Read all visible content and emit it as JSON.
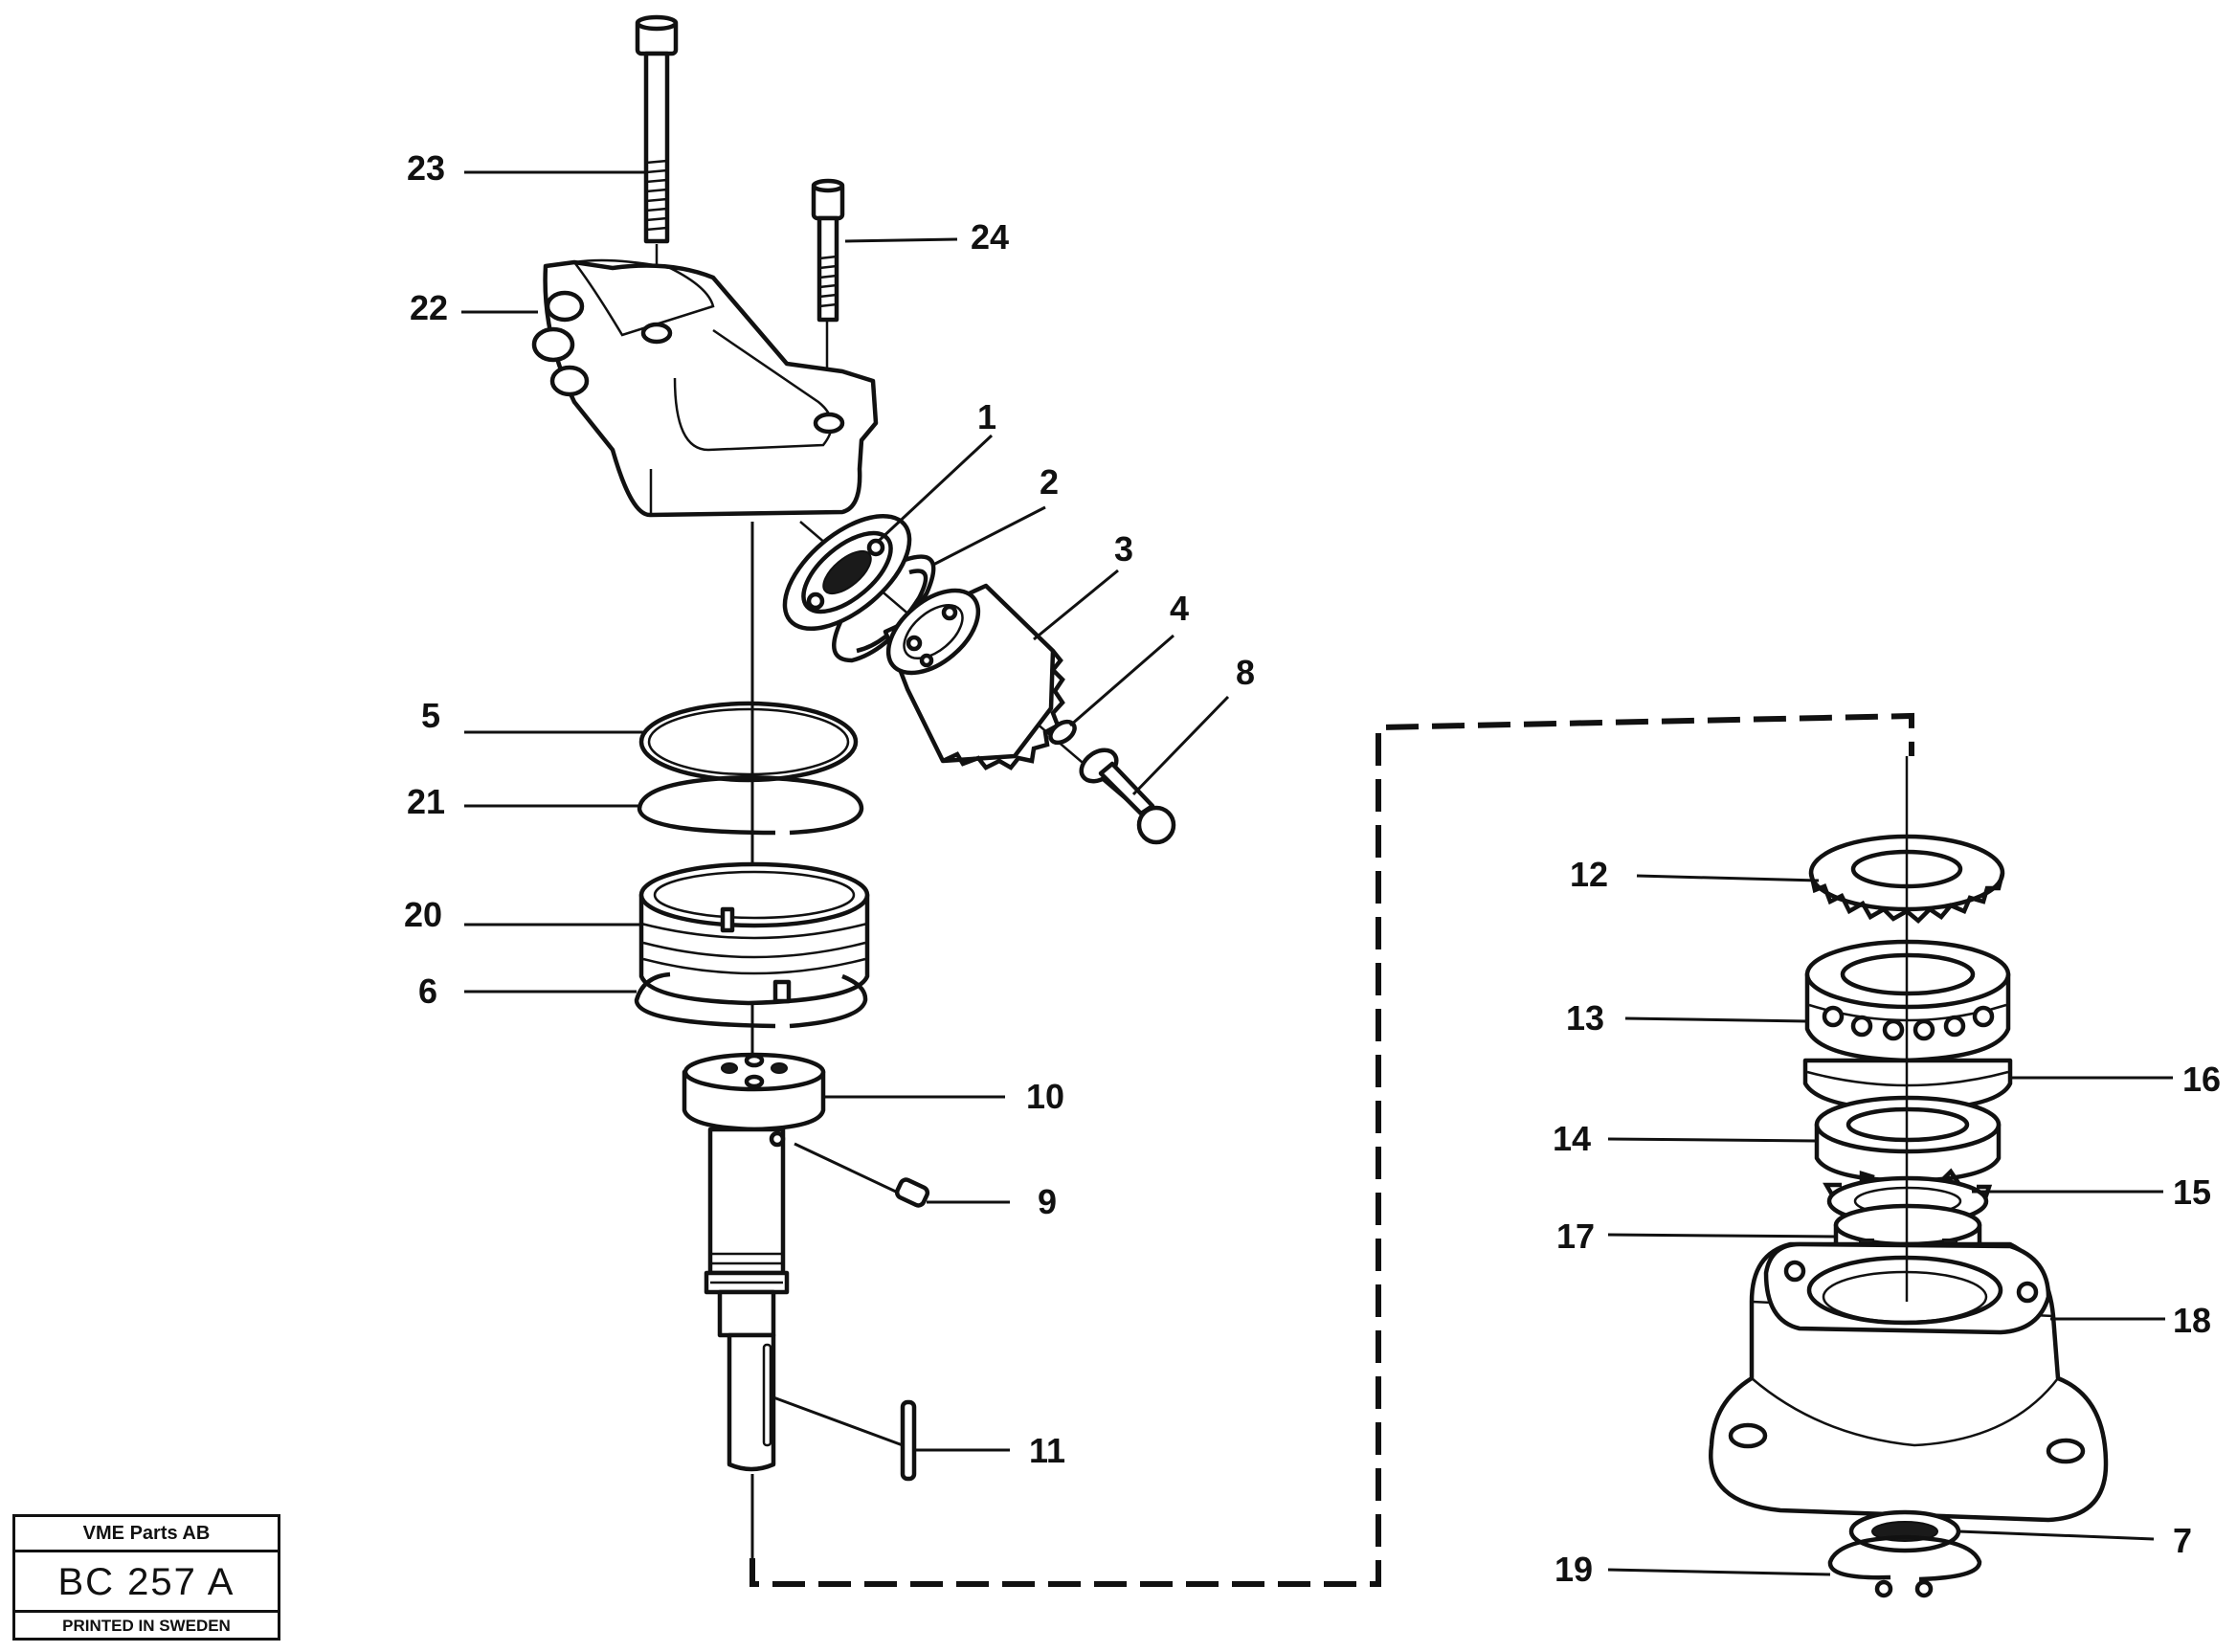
{
  "stamp": {
    "company": "VME Parts AB",
    "drawing_no": "BC 257 A",
    "printed": "PRINTED IN SWEDEN"
  },
  "callouts": [
    "1",
    "2",
    "3",
    "4",
    "5",
    "6",
    "7",
    "8",
    "9",
    "10",
    "11",
    "12",
    "13",
    "14",
    "15",
    "16",
    "17",
    "18",
    "19",
    "20",
    "21",
    "22",
    "23",
    "24"
  ]
}
